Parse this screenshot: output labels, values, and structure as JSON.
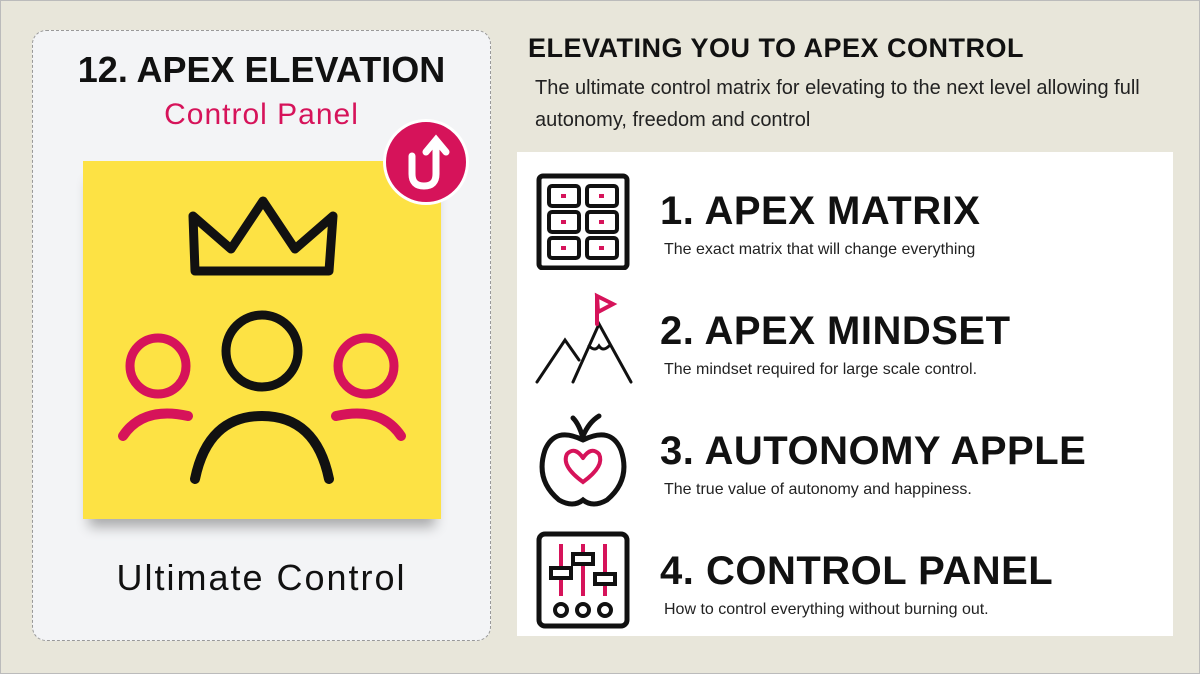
{
  "left_card": {
    "title": "12. APEX ELEVATION",
    "subtitle": "Control Panel",
    "footer": "Ultimate Control"
  },
  "header": {
    "title": "ELEVATING YOU TO APEX CONTROL",
    "description": "The ultimate control matrix for elevating to the next level allowing full autonomy, freedom and control"
  },
  "items": [
    {
      "title": "1. APEX MATRIX",
      "description": "The exact matrix that will change everything",
      "icon": "matrix-grid-icon"
    },
    {
      "title": "2. APEX MINDSET",
      "description": "The mindset required for large scale control.",
      "icon": "mountain-flag-icon"
    },
    {
      "title": "3. AUTONOMY APPLE",
      "description": "The true value of autonomy and happiness.",
      "icon": "apple-heart-icon"
    },
    {
      "title": "4. CONTROL PANEL",
      "description": "How to control everything without burning out.",
      "icon": "sliders-panel-icon"
    }
  ],
  "colors": {
    "accent": "#d6135a",
    "note": "#fde244",
    "background": "#e8e6da"
  }
}
